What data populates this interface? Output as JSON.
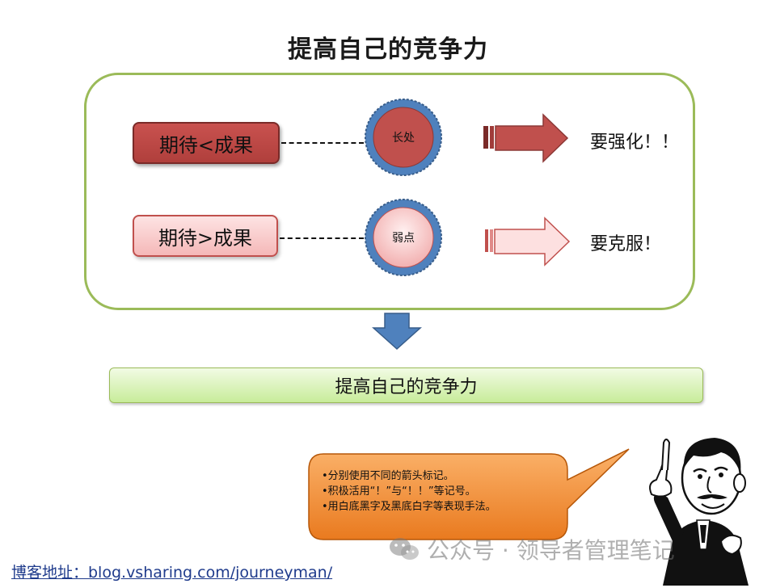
{
  "title": "提高自己的竞争力",
  "rows": [
    {
      "label": "期待<成果",
      "circle": "长处",
      "result": "要强化！！",
      "pill_fill": "#c0504d",
      "circle_fill": "#c0504d"
    },
    {
      "label": "期待>成果",
      "circle": "弱点",
      "result": "要克服！",
      "pill_fill": "#f7c6c6",
      "circle_fill": "#fbd4d4"
    }
  ],
  "conclusion": "提高自己的竞争力",
  "callout": {
    "lines": [
      "•分别使用不同的箭头标记。",
      "•积极活用“！”与“！！”等记号。",
      "•用白底黑字及黑底白字等表现手法。"
    ],
    "fill": "#f79646"
  },
  "watermark": "公众号 · 领导者管理笔记",
  "blog_link": "博客地址：blog.vsharing.com/journeyman/",
  "colors": {
    "panel_border": "#9bbb59",
    "ring": "#4f81bd",
    "down_arrow": "#4f81bd",
    "conclusion_fill": "#d7f1b5"
  }
}
